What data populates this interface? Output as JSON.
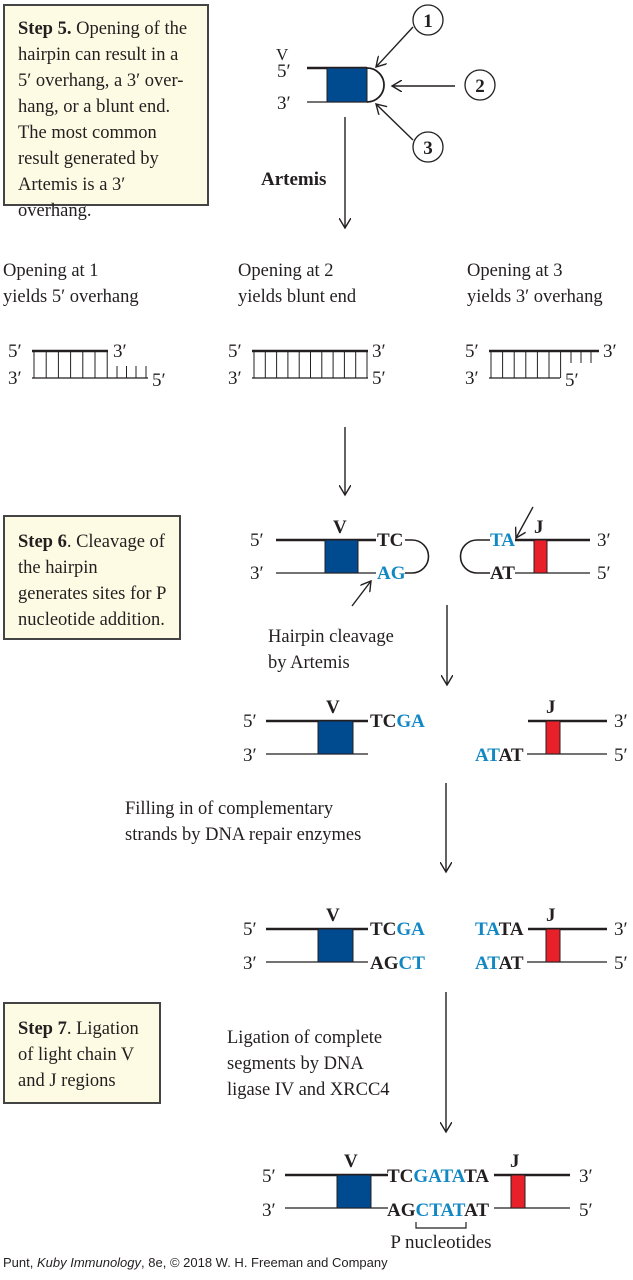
{
  "colors": {
    "v_segment": "#004a8f",
    "j_segment": "#e8202a",
    "p_nucleotide": "#1188c4",
    "box_bg": "#fdfbe3"
  },
  "step5": {
    "title": "Step 5.",
    "text": " Opening of the hairpin can result in a 5′ overhang, a 3′ over-hang, or a blunt end. The most common result generated by Artemis is a 3′ overhang."
  },
  "step6": {
    "title": "Step 6",
    "text": ". Cleavage of the hairpin generates sites for P nucleotide addition."
  },
  "step7": {
    "title": "Step 7",
    "text": ". Ligation of light chain V and J regions"
  },
  "hairpin": {
    "segment": "V",
    "five": "5′",
    "three": "3′",
    "sites": [
      "1",
      "2",
      "3"
    ],
    "enzyme": "Artemis"
  },
  "openings": [
    {
      "line1": "Opening at 1",
      "line2": "yields 5′ overhang"
    },
    {
      "line1": "Opening at 2",
      "line2": "yields blunt end"
    },
    {
      "line1": "Opening at 3",
      "line2": "yields 3′ overhang"
    }
  ],
  "ends": {
    "five": "5′",
    "three": "3′"
  },
  "segments": {
    "v": "V",
    "j": "J"
  },
  "cleavage": {
    "v_top": "TC",
    "v_bottom": "AG",
    "j_top": "TA",
    "j_bottom": "AT",
    "label_line1": "Hairpin cleavage",
    "label_line2": "by Artemis"
  },
  "after_cleavage": {
    "v_top_black": "TC",
    "v_top_blue": "GA",
    "j_bottom_blue": "AT",
    "j_bottom_black": "AT"
  },
  "filling": {
    "label_line1": "Filling in of complementary",
    "label_line2": "strands by DNA repair enzymes",
    "v_top_black": "TC",
    "v_top_blue": "GA",
    "v_bot_black": "AG",
    "v_bot_blue": "CT",
    "j_top_blue": "TA",
    "j_top_black": "TA",
    "j_bot_blue": "AT",
    "j_bot_black": "AT"
  },
  "ligation": {
    "label_line1": "Ligation of complete",
    "label_line2": "segments by DNA",
    "label_line3": "ligase IV and XRCC4",
    "top_black1": "TC",
    "top_blue": "GATA",
    "top_black2": "TA",
    "bot_black1": "AG",
    "bot_blue": "CTAT",
    "bot_black2": "AT",
    "p_label": "P nucleotides"
  },
  "credit": {
    "author": "Punt, ",
    "book": "Kuby Immunology",
    "rest": ", 8e, © 2018 W. H. Freeman and Company"
  }
}
